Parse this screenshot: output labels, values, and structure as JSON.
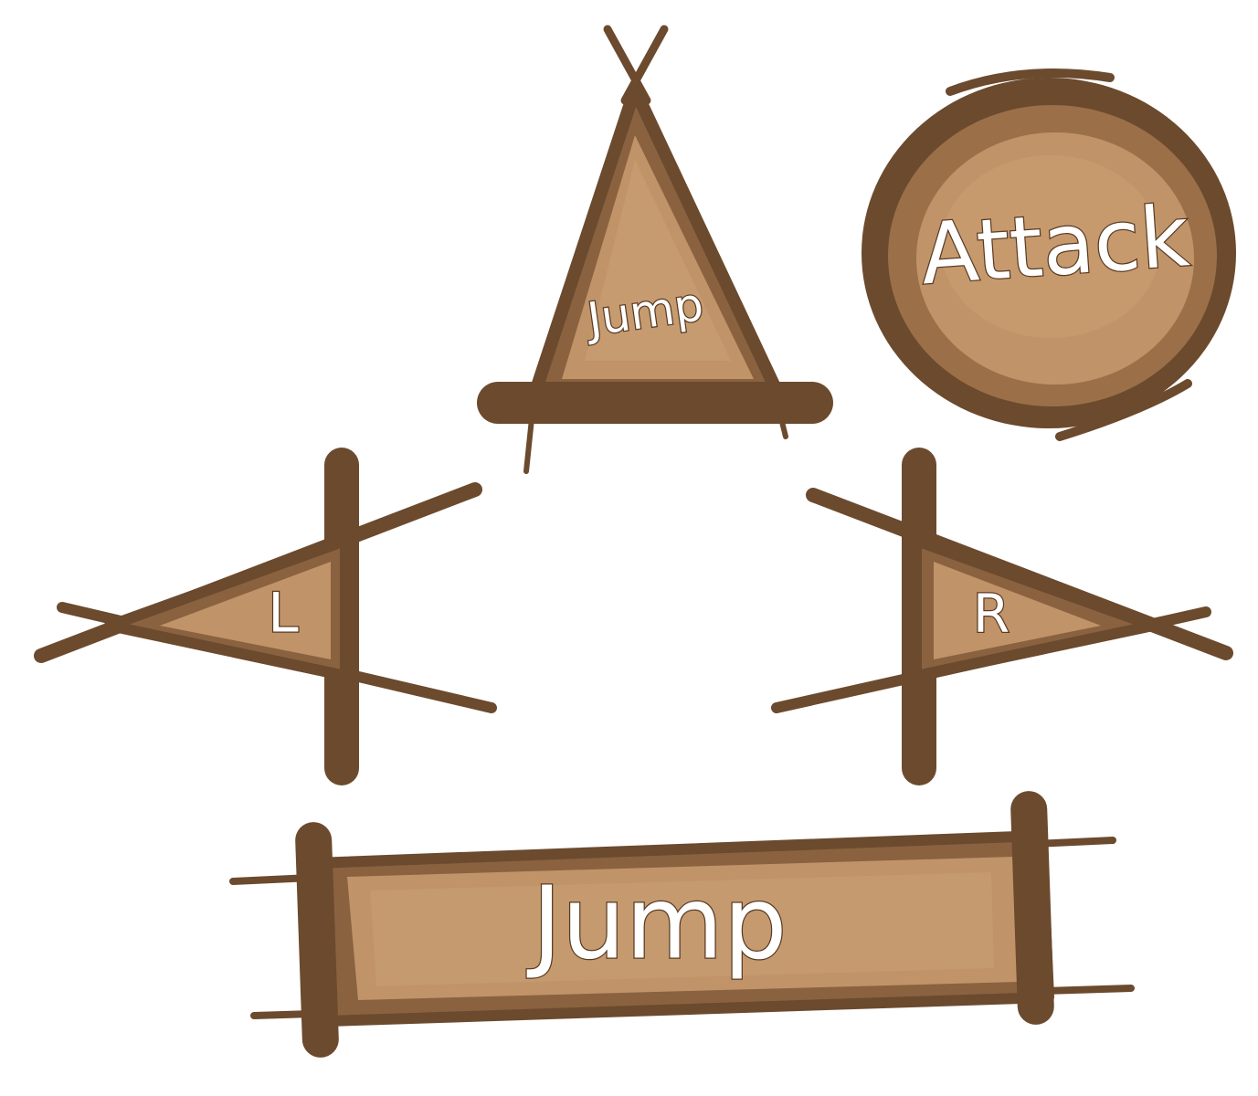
{
  "controls": {
    "jump_triangle": {
      "label": "Jump"
    },
    "attack": {
      "label": "Attack"
    },
    "left": {
      "label": "L"
    },
    "right": {
      "label": "R"
    },
    "jump_bar": {
      "label": "Jump"
    }
  },
  "colors": {
    "stick": "#6b4a2e",
    "frame": "#8a6240",
    "panel": "#b98a5e",
    "panel_light": "#c9a070",
    "label_fill": "#ffffff"
  }
}
